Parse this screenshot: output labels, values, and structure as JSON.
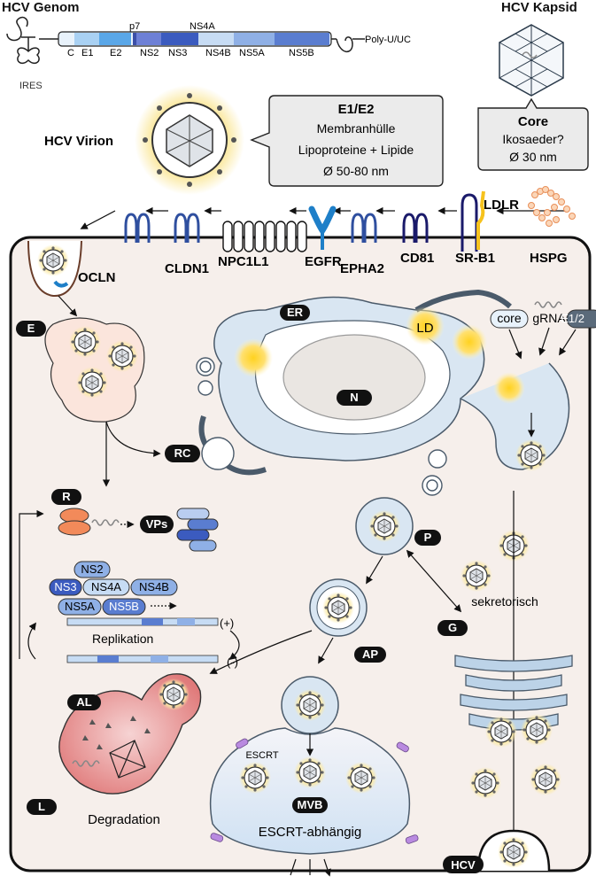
{
  "genome": {
    "title": "HCV Genom",
    "ires": "IRES",
    "polyu": "Poly-U/UC",
    "seg_c": "C",
    "seg_e1": "E1",
    "seg_e2": "E2",
    "seg_p7": "p7",
    "seg_ns2": "NS2",
    "seg_ns3": "NS3",
    "seg_ns4a": "NS4A",
    "seg_ns4b": "NS4B",
    "seg_ns5a": "NS5A",
    "seg_ns5b": "NS5B"
  },
  "capsid": {
    "title": "HCV Kapsid",
    "box_title": "Core",
    "line1": "Ikosaeder?",
    "line2": "Ø 30 nm"
  },
  "virion": {
    "label": "HCV Virion",
    "box_title": "E1/E2",
    "line1": "Membranhülle",
    "line2": "Lipoproteine + Lipide",
    "line3": "Ø 50-80 nm"
  },
  "receptors": {
    "ldlr": "LDLR",
    "hspg": "HSPG",
    "srb1": "SR-B1",
    "cd81": "CD81",
    "epha2": "EPHA2",
    "egfr": "EGFR",
    "npc1l1": "NPC1L1",
    "cldn1": "CLDN1",
    "ocln": "OCLN"
  },
  "cell": {
    "e": "E",
    "rc": "RC",
    "r": "R",
    "vps": "VPs",
    "ns2": "NS2",
    "ns3": "NS3",
    "ns4a": "NS4A",
    "ns4b": "NS4B",
    "ns5a": "NS5A",
    "ns5b": "NS5B",
    "replikation": "Replikation",
    "plus": "(+)",
    "minus": "(-)",
    "er": "ER",
    "ld": "LD",
    "n": "N",
    "core": "core",
    "grna": "gRNA",
    "e12": "E1/2",
    "p": "P",
    "ap": "AP",
    "g": "G",
    "sekretorisch": "sekretorisch",
    "al": "AL",
    "l": "L",
    "degradation": "Degradation",
    "escrt": "ESCRT",
    "mvb": "MVB",
    "escrt_dep": "ESCRT-abhängig",
    "hcv": "HCV"
  },
  "colors": {
    "cell_fill": "#f6efeb",
    "er_fill": "#d9e6f2",
    "er_stroke": "#4a5a6a",
    "lipid": "#fcd23a",
    "label_bg": "#111111",
    "ns_dark": "#3b5bbf",
    "ns_light": "#8fb0e6"
  }
}
